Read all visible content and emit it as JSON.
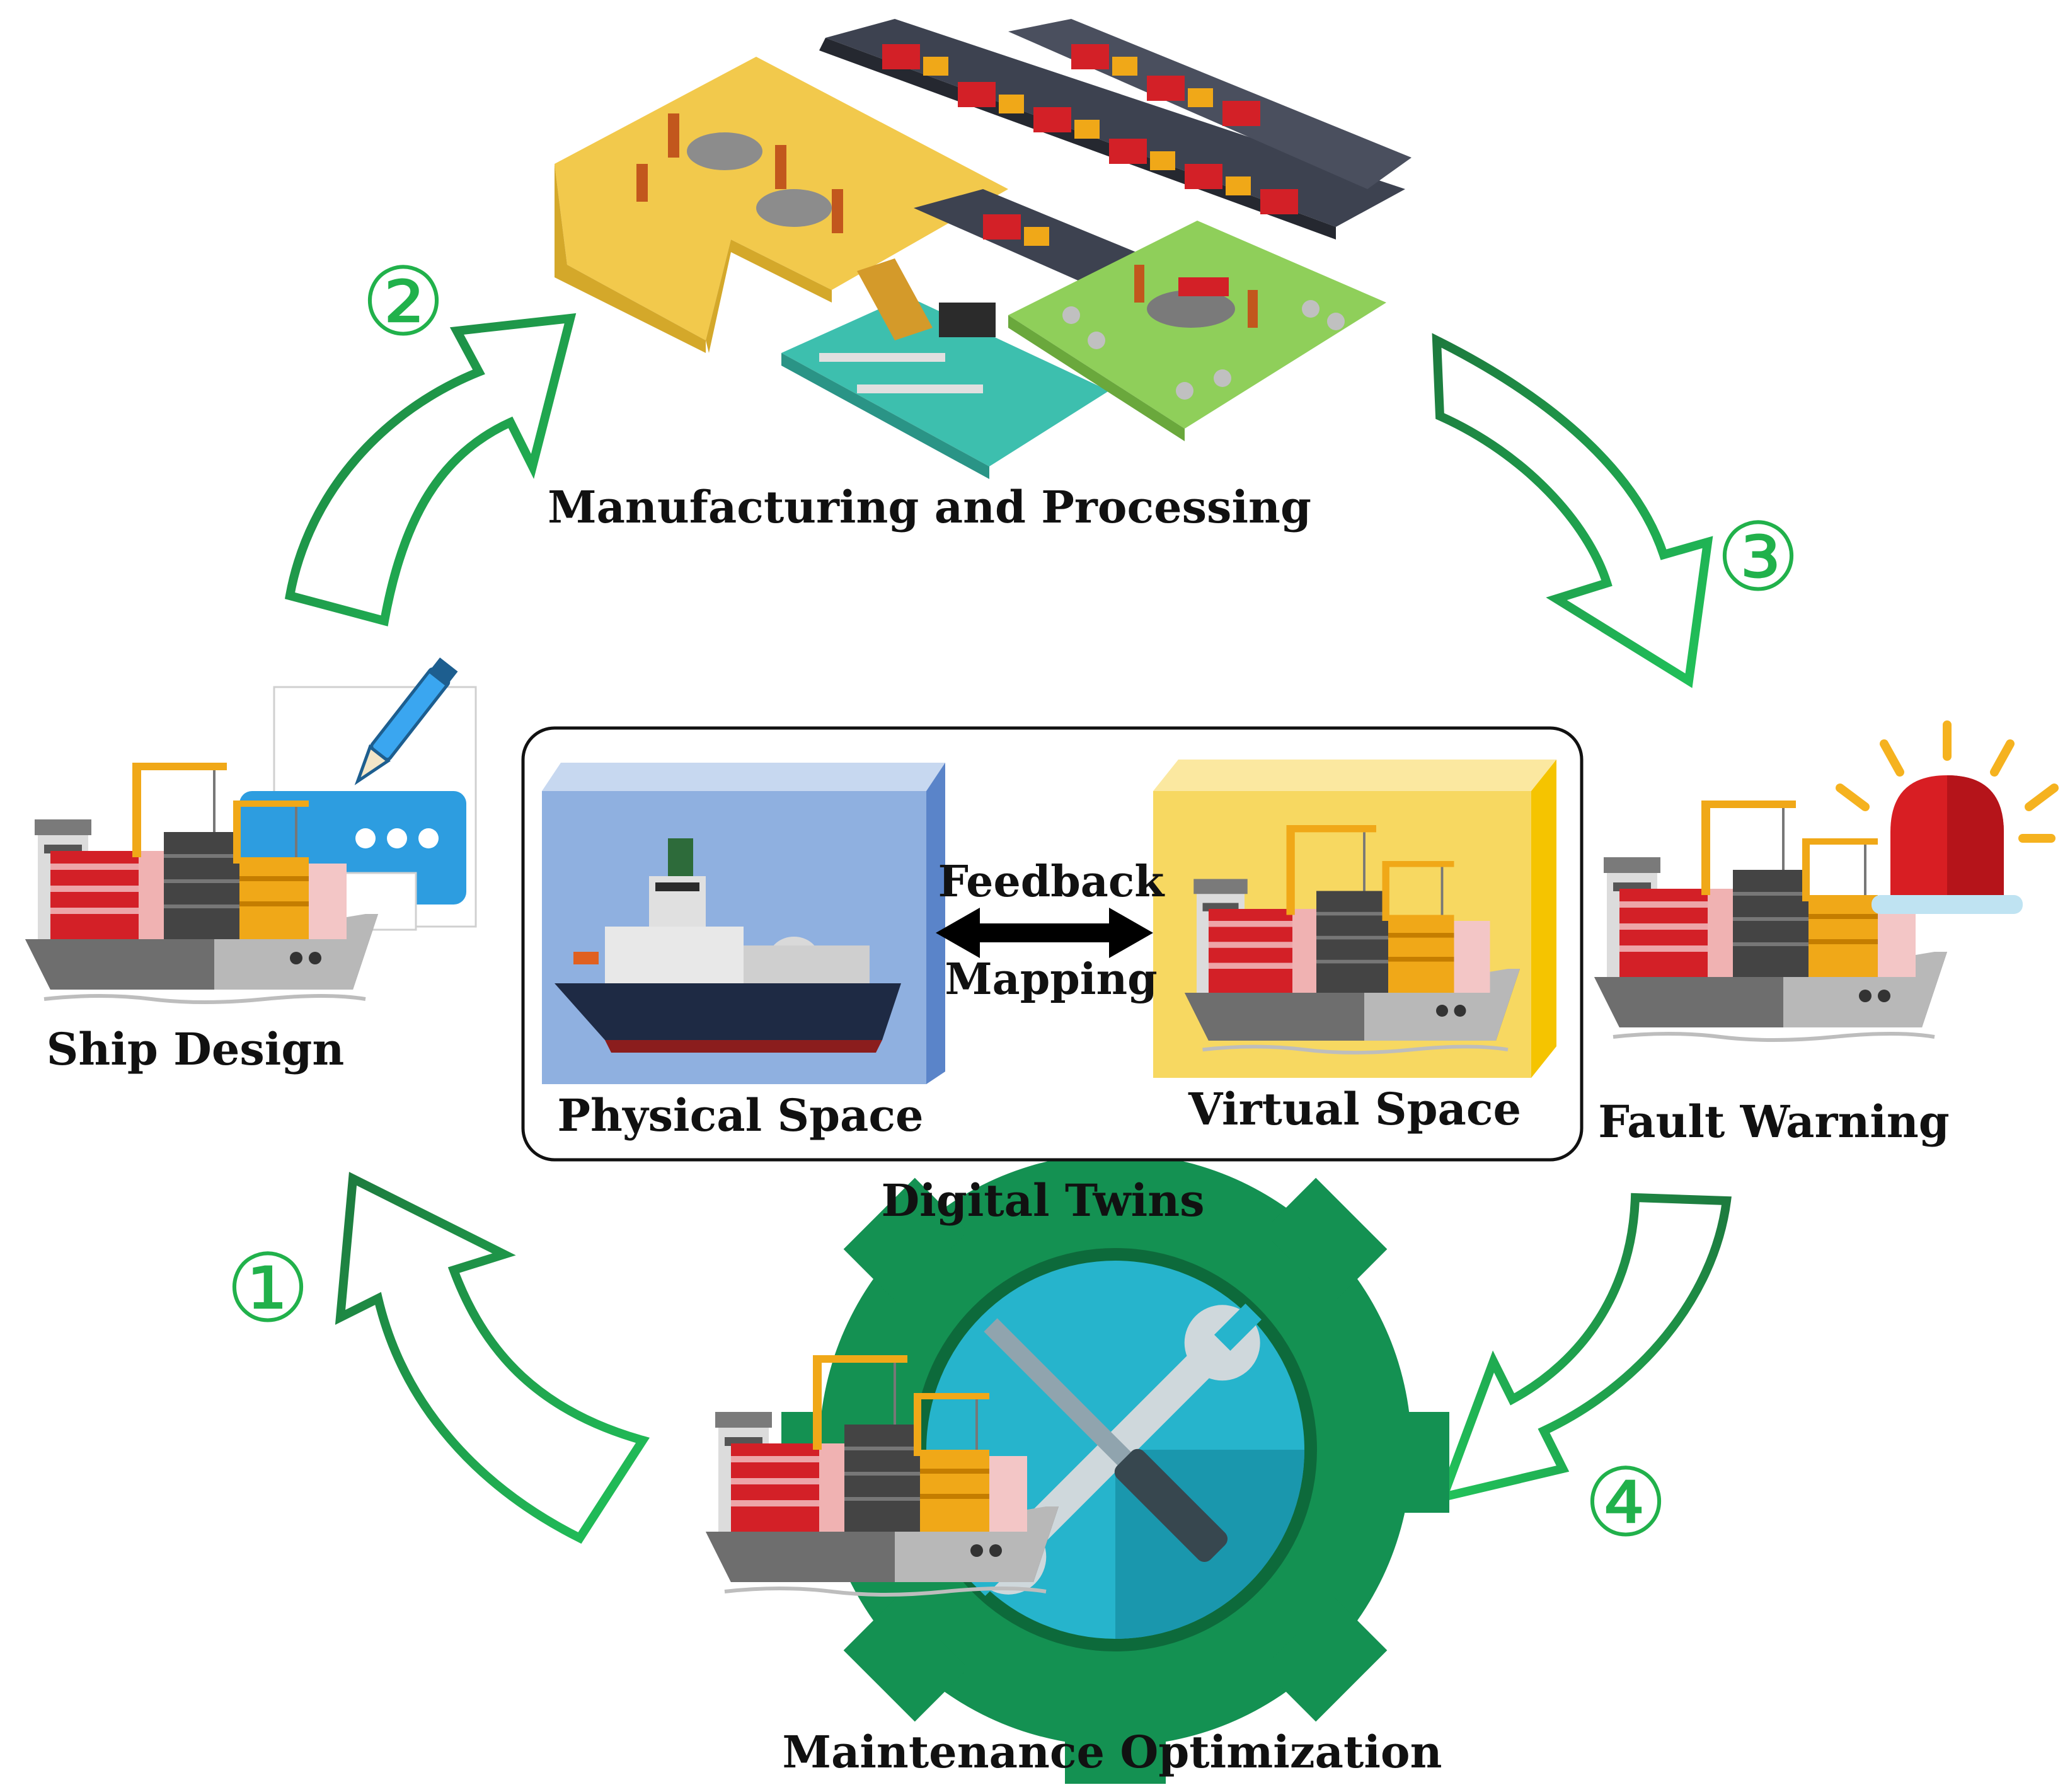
{
  "labels": {
    "manufacturing": "Manufacturing and Processing",
    "ship_design": "Ship Design",
    "fault_warning": "Fault Warning",
    "maintenance": "Maintenance Optimization",
    "digital_twins": "Digital Twins",
    "physical_space": "Physical Space",
    "virtual_space": "Virtual Space",
    "feedback": "Feedback",
    "mapping": "Mapping"
  },
  "steps": {
    "one": "①",
    "two": "②",
    "three": "③",
    "four": "④"
  },
  "colors": {
    "arrow_dark": "#1d7a3e",
    "arrow_light": "#21c25a",
    "step_number": "#21b14b",
    "gear": "#149152",
    "gear_center": "#26b4cc",
    "physical_box": "#8fb0e0",
    "virtual_box": "#f7d861",
    "alarm": "#d81e23"
  },
  "icons": {
    "ship": "container-ship-icon",
    "factory": "shipyard-factory-icon",
    "alarm": "alarm-light-icon",
    "gear": "gear-icon",
    "tools": "wrench-screwdriver-icon",
    "pen": "pen-icon",
    "blueprint": "design-document-icon"
  }
}
